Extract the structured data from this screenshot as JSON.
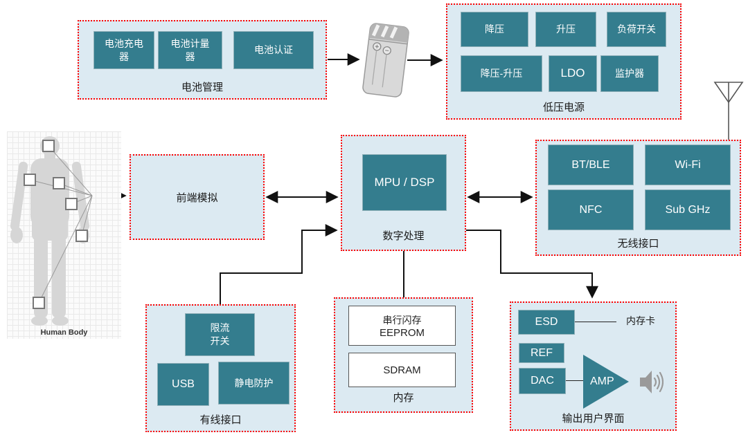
{
  "colors": {
    "chip_teal": "#347d8e",
    "panel_bg": "#dceaf2",
    "panel_border_red": "#ff0000",
    "connector_black": "#111111",
    "icon_gray": "#9a9a9a"
  },
  "human": {
    "caption": "Human Body"
  },
  "battery_mgmt": {
    "label": "电池管理",
    "items": [
      "电池充电\n器",
      "电池计量\n器",
      "电池认证"
    ]
  },
  "low_voltage": {
    "label": "低压电源",
    "items": [
      "降压",
      "升压",
      "负荷开关",
      "降压-升压",
      "LDO",
      "监护器"
    ]
  },
  "analog_frontend": {
    "label": "前端模拟"
  },
  "digital": {
    "label": "数字处理",
    "chip": "MPU / DSP"
  },
  "wireless": {
    "label": "无线接口",
    "items": [
      "BT/BLE",
      "Wi-Fi",
      "NFC",
      "Sub GHz"
    ]
  },
  "wired": {
    "label": "有线接口",
    "items": [
      "限流\n开关",
      "USB",
      "静电防护"
    ]
  },
  "memory": {
    "label": "内存",
    "items": [
      {
        "line1": "串行闪存",
        "line2": "EEPROM"
      },
      {
        "line1": "SDRAM",
        "line2": ""
      }
    ]
  },
  "output_ui": {
    "label": "输出用户界面",
    "esd": "ESD",
    "ref": "REF",
    "dac": "DAC",
    "amp": "AMP",
    "memory_card": "内存卡"
  },
  "icons": {
    "battery": "battery-icon",
    "antenna": "antenna-icon",
    "speaker": "speaker-icon"
  }
}
